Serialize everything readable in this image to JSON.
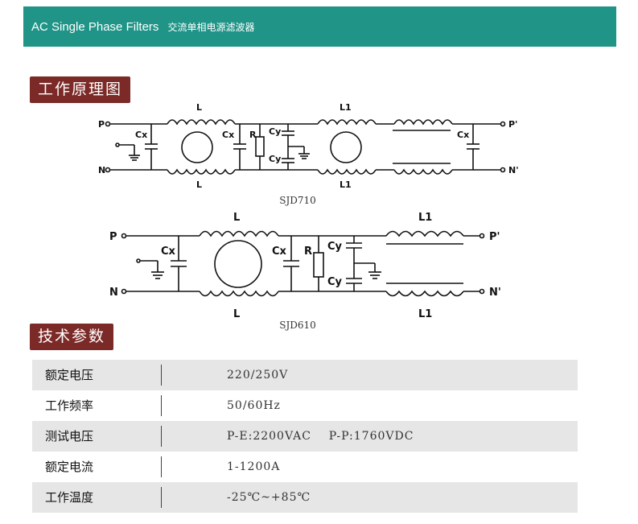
{
  "header": {
    "title_en": "AC Single Phase Filters",
    "title_zh": "交流单相电源滤波器",
    "color": "#1f9487"
  },
  "sections": {
    "principle": "工作原理图",
    "specs": "技术参数",
    "tag_color": "#7b2a27"
  },
  "diagrams": {
    "sjd710": {
      "caption": "SJD710",
      "labels": {
        "p_in": "P",
        "n_in": "N",
        "p_out": "P'",
        "n_out": "N'",
        "l_top": "L",
        "l_bottom": "L",
        "l1_top": "L1",
        "l1_bottom": "L1",
        "cx1": "Cx",
        "cx2": "Cx",
        "cx3": "Cx",
        "r": "R",
        "cy1": "Cy",
        "cy2": "Cy"
      }
    },
    "sjd610": {
      "caption": "SJD610",
      "labels": {
        "p_in": "P",
        "n_in": "N",
        "p_out": "P'",
        "n_out": "N'",
        "l_top": "L",
        "l_bottom": "L",
        "l1_top": "L1",
        "l1_bottom": "L1",
        "cx1": "Cx",
        "cx2": "Cx",
        "r": "R",
        "cy1": "Cy",
        "cy2": "Cy"
      }
    }
  },
  "specs": [
    {
      "label": "额定电压",
      "value": "220/250V"
    },
    {
      "label": "工作频率",
      "value": "50/60Hz"
    },
    {
      "label": "测试电压",
      "value": "P-E:2200VAC    P-P:1760VDC"
    },
    {
      "label": "额定电流",
      "value": "1-1200A"
    },
    {
      "label": "工作温度",
      "value": "-25℃~+85℃"
    }
  ]
}
